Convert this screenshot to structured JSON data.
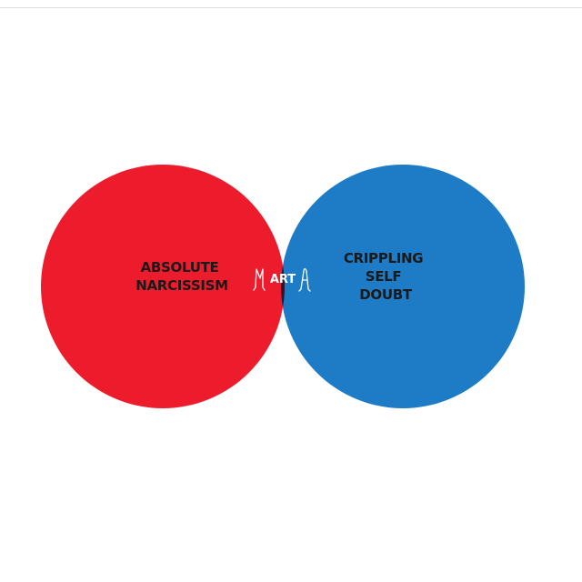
{
  "diagram": {
    "left_circle": {
      "label_lines": [
        "ABSOLUTE",
        "NARCISSISM"
      ],
      "color": "#ec1c2c"
    },
    "right_circle": {
      "label_lines": [
        "CRIPPLING",
        "SELF",
        "DOUBT"
      ],
      "color": "#1e7bc6"
    },
    "overlap": {
      "label": "ART",
      "color": "#2a1630",
      "text_color": "#ffffff"
    },
    "label_color": "#1a1a1a"
  }
}
